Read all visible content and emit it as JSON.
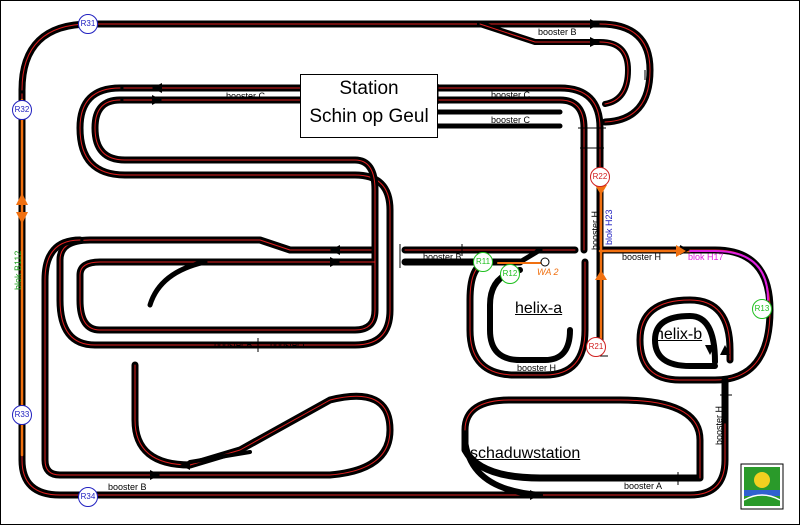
{
  "station": {
    "line1": "Station",
    "line2": "Schin op Geul"
  },
  "areas": {
    "helix_a": "helix-a",
    "helix_b": "helix-b",
    "shadow": "schaduwstation"
  },
  "boosters": {
    "b_top": "booster B",
    "c_left": "booster C",
    "c_right1": "booster C",
    "c_right2": "booster C",
    "b_mid": "booster B",
    "h_mid": "booster H",
    "b_inner": "booster B",
    "c_inner": "booster C",
    "h_helix": "booster H",
    "b_bottom": "booster B",
    "a_bottom": "booster A",
    "h_vertical_1": "booster H",
    "h_vertical_2": "booster H"
  },
  "blocks": {
    "b112": "blok B112",
    "h23": "blok H23",
    "h17": "blok H17"
  },
  "switch_label": "WA 2",
  "signals": {
    "r31": "R31",
    "r32": "R32",
    "r33": "R33",
    "r34": "R34",
    "r22": "R22",
    "r21": "R21",
    "r11": "R11",
    "r12": "R12",
    "r13": "R13"
  },
  "colors": {
    "track": "#000000",
    "rail": "#e02020",
    "active": "#f07010",
    "block_h17": "#e020e0",
    "block_b112": "#20a020",
    "block_h23": "#2020c0",
    "signal_blue": "#2020c0",
    "signal_red": "#d02020",
    "signal_green": "#20c020"
  }
}
